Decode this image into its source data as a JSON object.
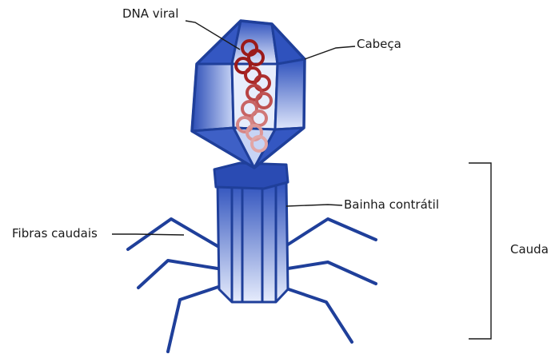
{
  "labels": {
    "dna": "DNA viral",
    "head": "Cabeça",
    "sheath": "Bainha contrátil",
    "fibers": "Fibras caudais",
    "tail": "Cauda"
  },
  "colors": {
    "outline": "#1f3f9a",
    "head_fill": "#3a5cc4",
    "tail_fill": "#5b78d0",
    "fibers": "#1f3f9a",
    "dna_dark": "#9b1a1a",
    "dna_light": "#e0a2a2",
    "leader_lines": "#1a1a1a",
    "bracket": "#1a1a1a"
  }
}
